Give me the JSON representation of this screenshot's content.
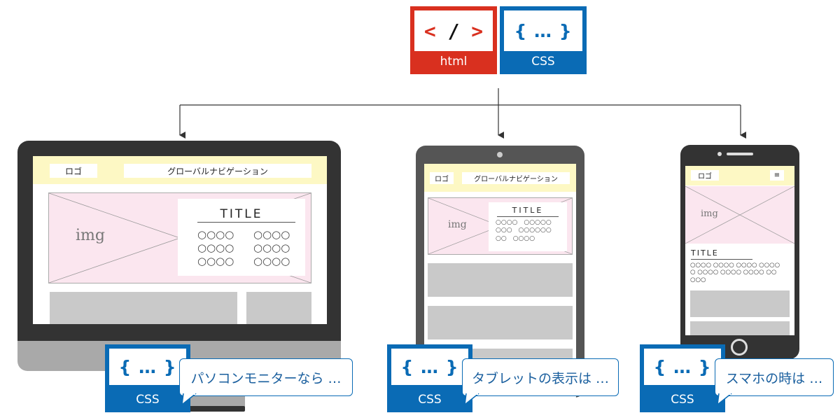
{
  "top": {
    "html_card": {
      "code": "< / >",
      "label": "html",
      "accent": "#d9301f"
    },
    "css_card": {
      "code": "{ … }",
      "label": "CSS",
      "accent": "#0a6bb5"
    }
  },
  "desktop": {
    "nav_logo": "ロゴ",
    "nav_global": "グローバルナビゲーション",
    "hero_img": "img",
    "hero_title": "TITLE",
    "circles_left": "○○○○\n○○○○\n○○○○",
    "circles_right": "○○○○\n○○○○\n○○○○",
    "css_card_code": "{ … }",
    "css_card_label": "CSS",
    "bubble": "パソコンモニターなら …"
  },
  "tablet": {
    "nav_logo": "ロゴ",
    "nav_global": "グローバルナビゲーション",
    "hero_img": "img",
    "hero_title": "TITLE",
    "circles": "○○○○　○○○○○\n○○○　○○○○○○\n○○　○○○○",
    "css_card_code": "{ … }",
    "css_card_label": "CSS",
    "bubble": "タブレットの表示は …"
  },
  "phone": {
    "nav_logo": "ロゴ",
    "menu_icon_glyph": "≡",
    "hero_img": "img",
    "hero_title": "TITLE",
    "circles": "○○○○ ○○○○ ○○○○ ○○○○\n○ ○○○○ ○○○○ ○○○○ ○○\n○○○",
    "css_card_code": "{ … }",
    "css_card_label": "CSS",
    "bubble": "スマホの時は …"
  },
  "colors": {
    "html_red": "#d9301f",
    "css_blue": "#0a6bb5",
    "header_yellow": "#fdf8c4",
    "hero_pink": "#fbe6ef",
    "placeholder_gray": "#c9c9c9",
    "device_dark": "#333333"
  }
}
